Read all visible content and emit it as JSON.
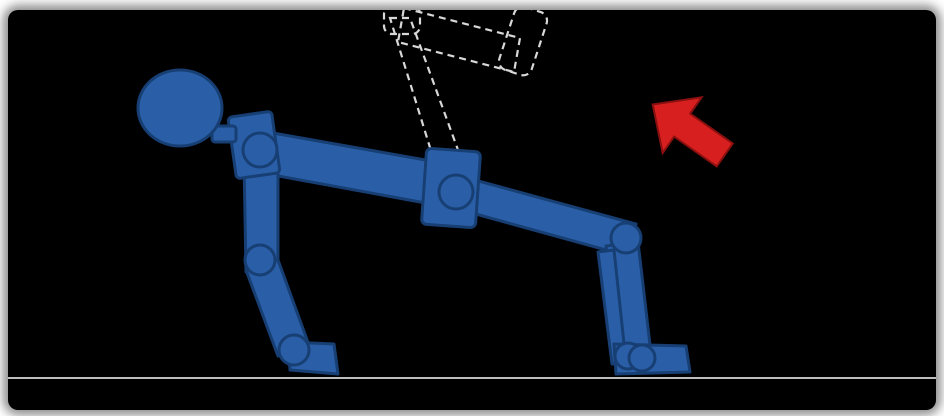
{
  "scene": {
    "figure": {
      "name": "robot-figure",
      "pose": "quadruped-push-up",
      "color": "#2a5fa8",
      "outline": "#173f74"
    },
    "ghost_arm": {
      "name": "ghost-arm-outline",
      "style": "dashed",
      "color": "#d8d8d8"
    },
    "force_arrow": {
      "name": "force-arrow",
      "icon": "arrow-up-left-icon",
      "color": "#d81f1f"
    },
    "ground": {
      "color": "#bdbdbd"
    },
    "background": "#000000"
  }
}
